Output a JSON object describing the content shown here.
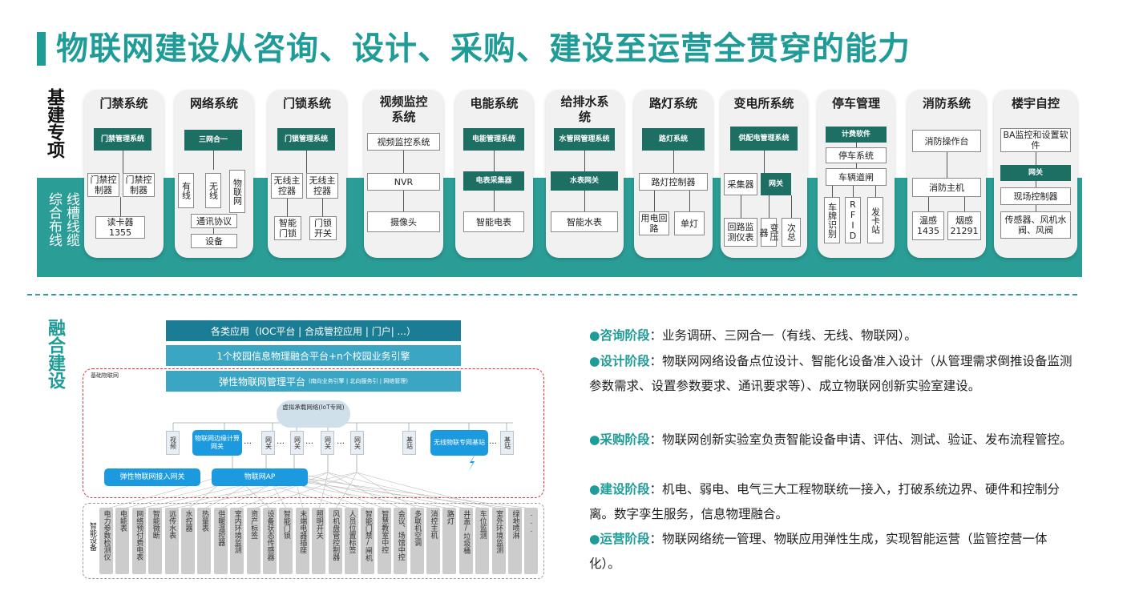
{
  "title": "物联网建设从咨询、设计、采购、建设至运营全贯穿的能力",
  "label_infra": "基建专项",
  "label_cabling": "综合布线 线槽线缆",
  "label_cabling_a": "综合布线",
  "label_cabling_b": "线槽线缆",
  "label_build": "融合建设",
  "systems": [
    {
      "title": "门禁系统",
      "b": [
        "门禁管理系统",
        "门禁控制器",
        "门禁控制器",
        "读卡器1355"
      ]
    },
    {
      "title": "网络系统",
      "b": [
        "三网合一",
        "有线",
        "无线",
        "物联网",
        "通讯协议",
        "设备"
      ]
    },
    {
      "title": "门锁系统",
      "b": [
        "门锁管理系统",
        "无线主控器",
        "无线主控器",
        "智能门锁",
        "门锁开关"
      ]
    },
    {
      "title": "视频监控系统",
      "b": [
        "视频监控系统",
        "NVR",
        "摄像头"
      ]
    },
    {
      "title": "电能系统",
      "b": [
        "电能管理系统",
        "电表采集器",
        "智能电表"
      ]
    },
    {
      "title": "给排水系统",
      "b": [
        "水管网管理系统",
        "水表网关",
        "智能水表"
      ]
    },
    {
      "title": "路灯系统",
      "b": [
        "路灯系统",
        "路灯控制器",
        "用电回路",
        "单灯"
      ]
    },
    {
      "title": "变电所系统",
      "b": [
        "供配电管理系统",
        "采集器",
        "网关",
        "回路监测仪表",
        "变压器",
        "次总"
      ]
    },
    {
      "title": "停车管理",
      "b": [
        "计费软件",
        "停车系统",
        "车辆道闸",
        "车牌识别",
        "RFID",
        "发卡站"
      ]
    },
    {
      "title": "消防系统",
      "b": [
        "消防操作台",
        "消防主机",
        "温感1435",
        "烟感21291"
      ]
    },
    {
      "title": "楼宇自控",
      "b": [
        "BA监控和设置软件",
        "网关",
        "现场控制器",
        "传感器、风机水阀、风阀"
      ]
    }
  ],
  "diagram": {
    "layer1": "各类应用（IOC平台 | 合成管控应用 | 门户| ...）",
    "layer2": "1个校园信息物理融合平台+n个校园业务引擎",
    "basic_iot": "基础物联网",
    "layer3_main": "弹性物联网管理平台",
    "layer3_sub": "(南向业务引擎 | 北向服务引 | 网络管理)",
    "cloud": "虚拟承载网络(IoT专网)",
    "video": "视频",
    "edge": "物联网边缘计算网关",
    "gw": "网关",
    "bs": "基站",
    "wireless": "无线物联专网基站",
    "access_gw": "弹性物联网接入网关",
    "ap": "物联网AP",
    "smart_dev": "智能设备",
    "devices": [
      "电力参数检测仪",
      "电能表",
      "网络预付费电表",
      "智能微断",
      "远传水表",
      "水控器",
      "热量表",
      "供暖温控器",
      "室内环境监测",
      "资产标签",
      "设备状态传感器",
      "智能门锁",
      "末端电器插座",
      "照明开关",
      "风机盘管控制器",
      "人员位置标签",
      "智能门禁/闸机",
      "智慧教室中控",
      "会议、场馆中控",
      "多联机空调",
      "消控主机",
      "路灯",
      "井盖/垃圾桶",
      "车位监测",
      "室外环境监测",
      "绿地喷淋",
      "..."
    ],
    "dots": "…"
  },
  "bullets": [
    {
      "k": "咨询阶段",
      "t": "：业务调研、三网合一（有线、无线、物联网）。"
    },
    {
      "k": "设计阶段",
      "t": "：物联网网络设备点位设计、智能化设备准入设计（从管理需求倒推设备监测参数需求、设置参数要求、通讯要求等）、成立物联网创新实验室建设。"
    },
    {
      "k": "采购阶段",
      "t": "：物联网创新实验室负责智能设备申请、评估、测试、验证、发布流程管控。"
    },
    {
      "k": "建设阶段",
      "t": "：机电、弱电、电气三大工程物联统一接入，打破系统边界、硬件和控制分离。数字孪生服务，信息物理融合。"
    },
    {
      "k": "运营阶段",
      "t": "：物联网络统一管理、物联应用弹性生成，实现智能运营（监管控营一体化）。"
    }
  ],
  "colors": {
    "teal": "#2a9d96",
    "title": "#1f9c97",
    "dark_box": "#1d6e63",
    "layer_dark": "#1a7d95",
    "layer_light": "#3aa6c4",
    "blue": "#1b9ae0"
  }
}
